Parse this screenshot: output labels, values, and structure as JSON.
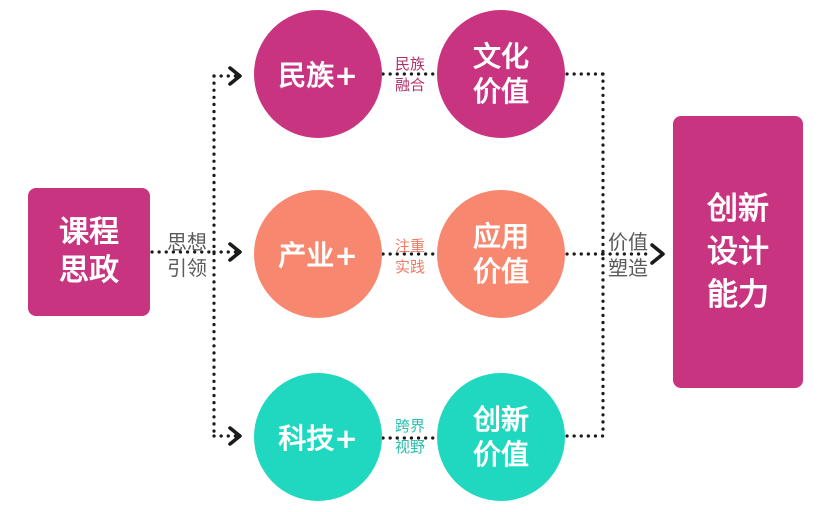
{
  "colors": {
    "magenta": "#c93480",
    "salmon": "#f8876f",
    "teal": "#1fd8bf",
    "connector": "#1a1a1a",
    "label_gray": "#5a5a5a"
  },
  "source": {
    "label": "课程\n思政"
  },
  "source_connector_label": "思想\n引领",
  "rows": [
    {
      "left": "民族+",
      "link": "民族\n融合",
      "right": "文化\n价值",
      "color": "#c93480",
      "link_color": "#b0306e"
    },
    {
      "left": "产业+",
      "link": "注重\n实践",
      "right": "应用\n价值",
      "color": "#f8876f",
      "link_color": "#f07a63"
    },
    {
      "left": "科技+",
      "link": "跨界\n视野",
      "right": "创新\n价值",
      "color": "#1fd8bf",
      "link_color": "#2bbfad"
    }
  ],
  "target_connector_label": "价值\n塑造",
  "target": {
    "label": "创新\n设计\n能力"
  }
}
